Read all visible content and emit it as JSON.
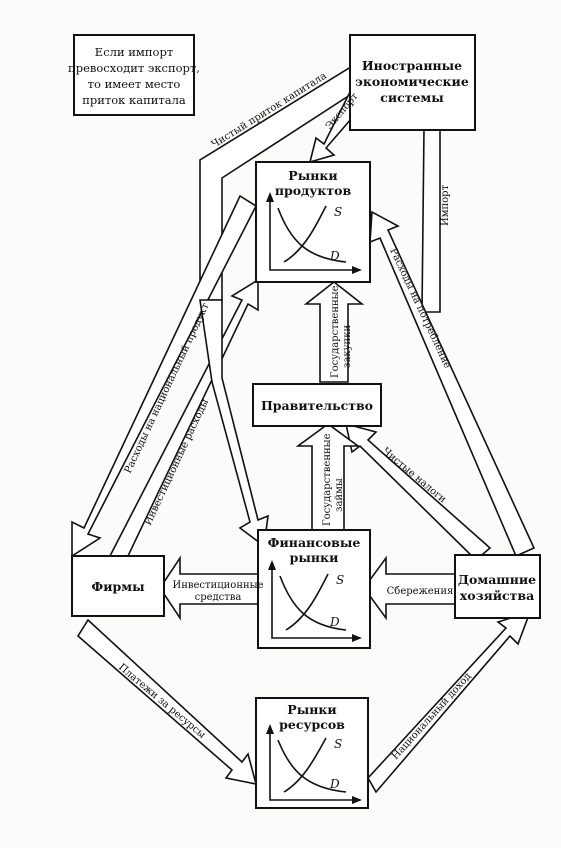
{
  "boxes": {
    "import_note": [
      "Если импорт",
      "превосходит экспорт,",
      "то имеет место",
      "приток капитала"
    ],
    "foreign": [
      "Иностранные",
      "экономические",
      "системы"
    ],
    "product_markets": [
      "Рынки",
      "продуктов"
    ],
    "government": "Правительство",
    "financial_markets": [
      "Финансовые",
      "рынки"
    ],
    "firms": "Фирмы",
    "households": [
      "Домашние",
      "хозяйства"
    ],
    "resource_markets": [
      "Рынки",
      "ресурсов"
    ]
  },
  "graph": {
    "supply": "S",
    "demand": "D"
  },
  "flows": {
    "net_capital_inflow": "Чистый приток капитала",
    "export": "Экспорт",
    "import": "Импорт",
    "national_product_spending": "Расходы на национальный продукт",
    "investment_spending": "Инвестиционные расходы",
    "consumption_spending": "Расходы на потребление",
    "government_purchases": [
      "Государственные",
      "закупки"
    ],
    "government_loans": [
      "Государственные",
      "займы"
    ],
    "net_taxes": "Чистые налоги",
    "investment_funds": [
      "Инвестиционные",
      "средства"
    ],
    "savings": "Сбережения",
    "resource_payments": "Платежи за ресурсы",
    "national_income": "Национальный доход"
  }
}
